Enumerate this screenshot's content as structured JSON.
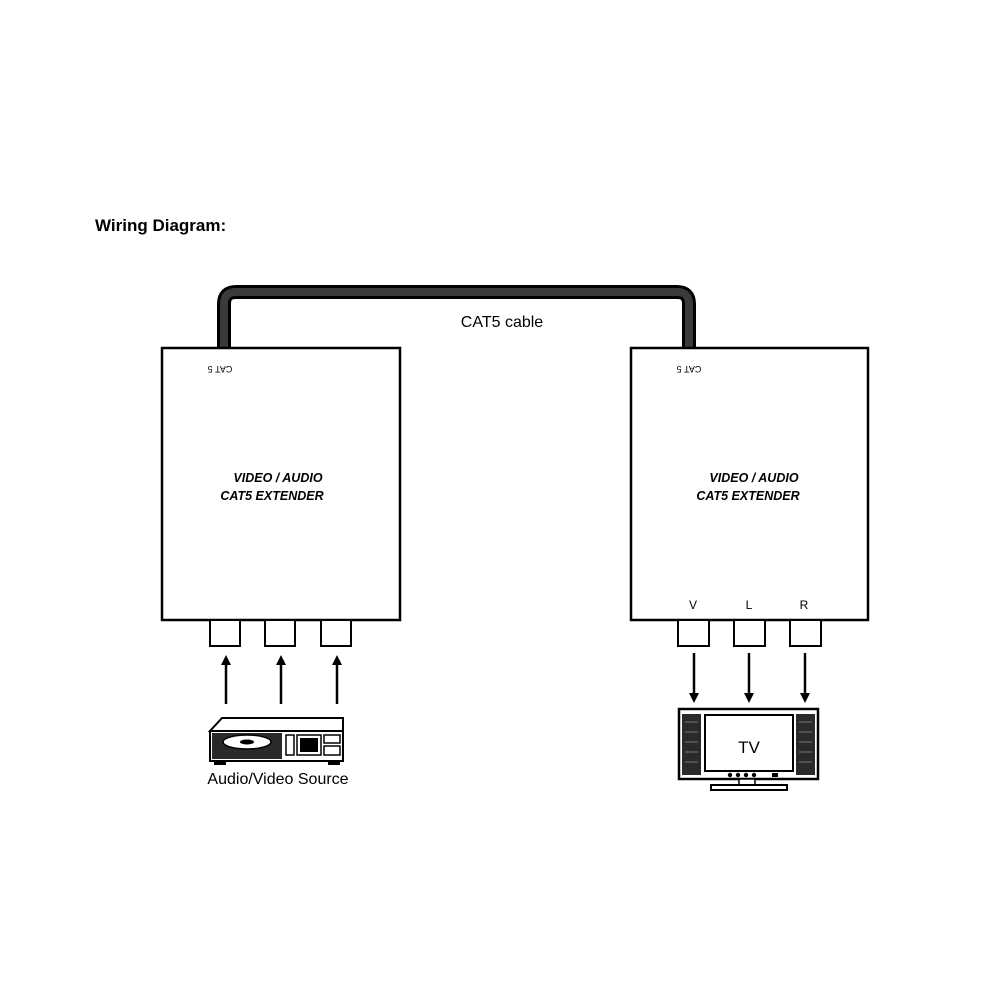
{
  "title": "Wiring Diagram:",
  "cable": {
    "label": "CAT5 cable"
  },
  "units": [
    {
      "line1": "VIDEO / AUDIO",
      "line2": "CAT5 EXTENDER",
      "port_label": "CAT 5",
      "connectors": [
        "",
        "",
        ""
      ]
    },
    {
      "line1": "VIDEO / AUDIO",
      "line2": "CAT5 EXTENDER",
      "port_label": "CAT 5",
      "connectors": [
        "V",
        "L",
        "R"
      ]
    }
  ],
  "source": {
    "label": "Audio/Video Source",
    "icon": "dvd-player-icon"
  },
  "display": {
    "label": "TV",
    "icon": "tv-icon"
  }
}
